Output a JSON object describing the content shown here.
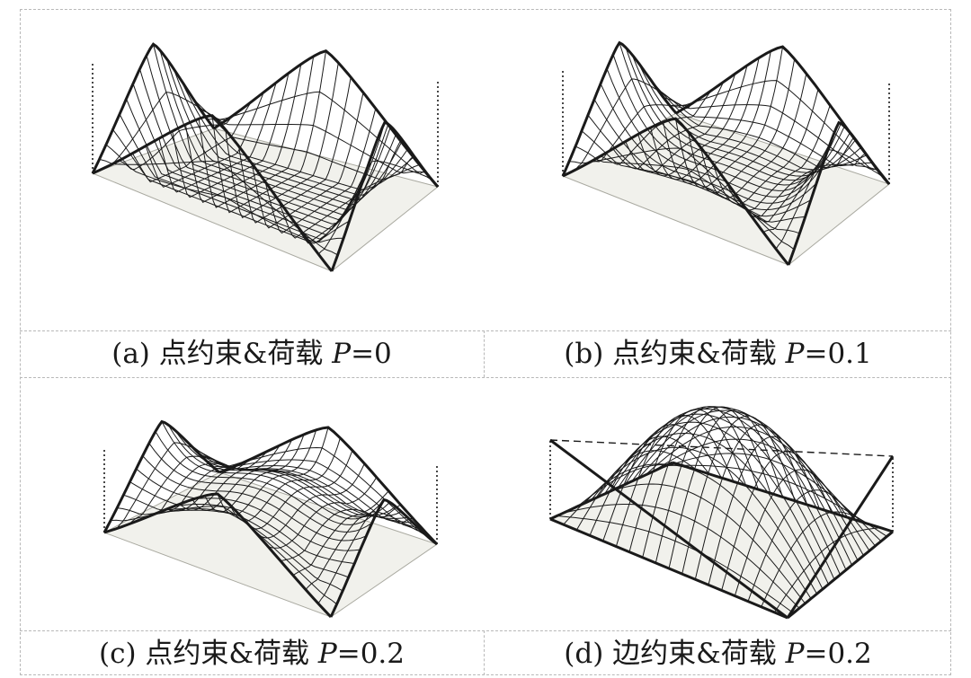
{
  "panels": [
    {
      "id": "a",
      "label": "(a)",
      "text": "点约束&荷载",
      "param_symbol": "P",
      "param_value": "=0",
      "P": 0,
      "constraint": "point"
    },
    {
      "id": "b",
      "label": "(b)",
      "text": "点约束&荷载",
      "param_symbol": "P",
      "param_value": "=0.1",
      "P": 0.1,
      "constraint": "point"
    },
    {
      "id": "c",
      "label": "(c)",
      "text": "点约束&荷载",
      "param_symbol": "P",
      "param_value": "=0.2",
      "P": 0.2,
      "constraint": "point"
    },
    {
      "id": "d",
      "label": "(d)",
      "text": "边约束&荷载",
      "param_symbol": "P",
      "param_value": "=0.2",
      "P": 0.2,
      "constraint": "edge"
    }
  ],
  "colors": {
    "mesh": "#1a1a1a",
    "floor": "#f1f1ec",
    "frame": "#b8b8b8"
  }
}
